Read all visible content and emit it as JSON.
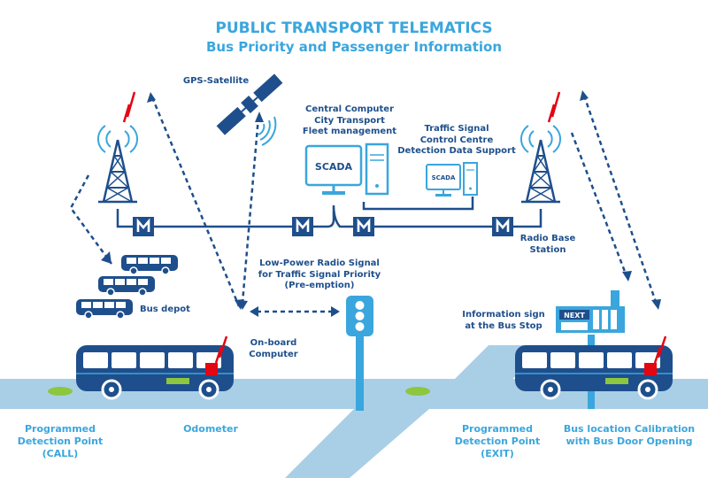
{
  "title": "PUBLIC TRANSPORT TELEMATICS",
  "subtitle": "Bus Priority and Passenger Information",
  "labels": {
    "gps": "GPS-Satellite",
    "central": "Central Computer\nCity Transport\nFleet management",
    "traffic_control": "Traffic Signal\nControl Centre\nDetection Data Support",
    "radio_base": "Radio Base\nStation",
    "low_power": "Low-Power Radio Signal\nfor Traffic Signal Priority\n(Pre-emption)",
    "bus_depot": "Bus depot",
    "onboard": "On-board\nComputer",
    "info_sign": "Information sign\nat the Bus Stop",
    "prog_call": "Programmed\nDetection Point\n(CALL)",
    "odometer": "Odometer",
    "prog_exit": "Programmed\nDetection Point\n(EXIT)",
    "calibration": "Bus location Calibration\nwith Bus Door Opening"
  },
  "screens": {
    "large": "SCADA",
    "small": "SCADA"
  },
  "sign": {
    "next": "NEXT"
  },
  "modem_letter": "M",
  "colors": {
    "navy": "#1e4f8c",
    "light_blue": "#3aa6dd",
    "road": "#a9cfe6",
    "red": "#e30613",
    "green": "#8dc63f"
  }
}
